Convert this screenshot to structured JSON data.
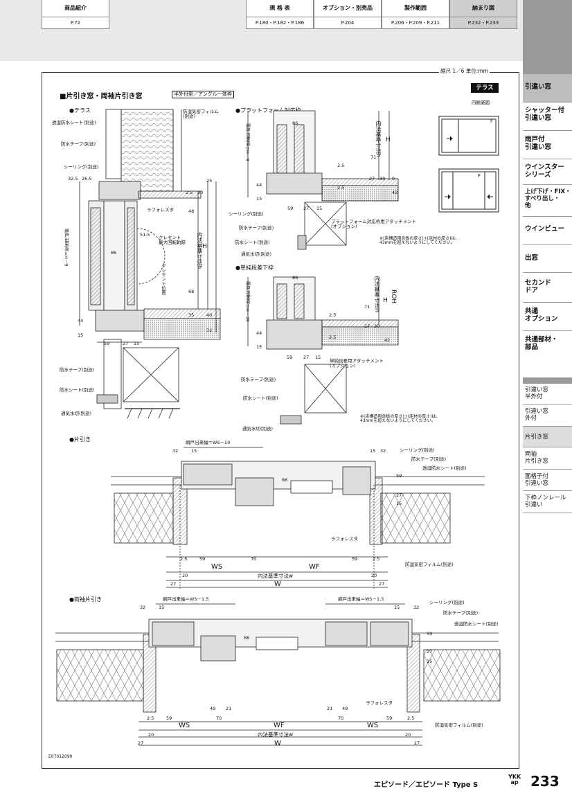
{
  "nav": [
    {
      "label": "商品紹介",
      "page": "P.72"
    },
    {
      "label": "規 格 表",
      "page": "P.180・P.182・P.186"
    },
    {
      "label": "オプション・別売品",
      "page": "P.204"
    },
    {
      "label": "製作範囲",
      "page": "P.206・P.209・P.211"
    },
    {
      "label": "納まり図",
      "page": "P.232・P.233"
    }
  ],
  "sidebar_main": [
    "引違い窓",
    "シャッター付\n引違い窓",
    "雨戸付\n引違い窓",
    "ウインスター\nシリーズ",
    "上げ下げ・FIX・\nすべり出し・\n他",
    "ウインビュー",
    "出窓",
    "セカンド\nドア",
    "共通\nオプション",
    "共通部材・\n部品"
  ],
  "sidebar_sub": [
    "引違い窓\n半外付",
    "引違い窓\n外付",
    "片引き窓",
    "両袖\n片引き窓",
    "面格子付\n引違い窓",
    "下枠ノンレール\n引違い"
  ],
  "header": {
    "scale": "縮尺 1／6 単位:mm",
    "title": "■片引き窓・両袖片引き窓",
    "type_box": "半外付型／アングル一体枠",
    "badge": "テラス",
    "view_label": "内観姿図"
  },
  "sections": {
    "terrace": "●テラス",
    "platform": "●プラットフォーム対応枠",
    "step": "●単純段差下枠",
    "katabiki": "●片引き",
    "ryosode": "●両袖片引き"
  },
  "labels": {
    "moisture_film": "防湿気密フィルム\n(別途)",
    "breathable_sheet": "透湿防水シート(別途)",
    "waterproof_tape": "防水テープ(別途)",
    "sealing": "シーリング(別途)",
    "lafore": "ラフォレスタ",
    "crescent": "クレセント\n最大回転軌跡",
    "crescent_pos": "クレセント位置",
    "inner_h": "内法基準寸法h",
    "screen_h": "網戸出来高＝H－9",
    "screen_h39": "網戸出来高＝H－39",
    "waterproof_sheet": "防水シート(別途)",
    "vent_cut": "通気水切(別途)",
    "platform_att": "プラットフォーム対応枠用アタッチメント\n(オプション)",
    "step_att": "単純段差用アタッチメント\n(オプション)",
    "note": "※(床構造用合板の厚さ)+(床材の厚さ)は、\n43mmを超えないようにしてください。",
    "screen_w": "網戸出来幅＝WS－10",
    "screen_w2": "網戸出来幅＝WS－1.5",
    "inner_w": "内法基準寸法w",
    "moisture_film2": "防湿気密フィルム(別途)",
    "H": "H",
    "ROH": "ROH",
    "W": "W",
    "WS": "WS",
    "WF": "WF",
    "F": "F"
  },
  "dims": {
    "d32_5": "32.5",
    "d26_5": "26.5",
    "d2_5": "2.5",
    "d30": "30",
    "d25": "25",
    "d48": "48",
    "d51_5": "51.5",
    "d86": "86",
    "d68": "68",
    "d35": "35",
    "d40": "40",
    "d44": "44",
    "d15": "15",
    "d32": "32",
    "d59": "59",
    "d27": "27",
    "d71": "71",
    "d9": "9",
    "d42": "42",
    "d70": "70",
    "d20": "20",
    "d21": "21",
    "d49": "49"
  },
  "footer": {
    "code": "E07012090",
    "series": "エピソード／エピソード Type S",
    "brand": "YKK\nap",
    "page": "233"
  }
}
